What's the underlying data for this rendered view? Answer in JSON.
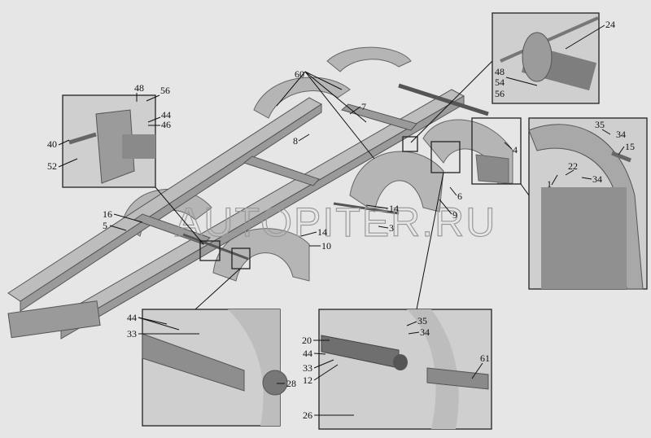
{
  "diagram": {
    "watermark": "AUTOPITER.RU",
    "callouts": {
      "c48a": "48",
      "c56a": "56",
      "c44a": "44",
      "c46": "46",
      "c40": "40",
      "c52": "52",
      "c60": "60",
      "c7": "7",
      "c8": "8",
      "c16": "16",
      "c5": "5",
      "c14a": "14",
      "c14b": "14",
      "c10": "10",
      "c3": "3",
      "c6": "6",
      "c9": "9",
      "c4": "4",
      "c24": "24",
      "c48b": "48",
      "c54": "54",
      "c56b": "56",
      "c35a": "35",
      "c34a": "34",
      "c15": "15",
      "c22": "22",
      "c34b": "34",
      "c1": "1",
      "c44b": "44",
      "c33a": "33",
      "c28": "28",
      "c35b": "35",
      "c34c": "34",
      "c20": "20",
      "c44c": "44",
      "c33b": "33",
      "c12": "12",
      "c26": "26",
      "c61": "61"
    },
    "colors": {
      "background": "#e6e6e6",
      "part": "#b5b5b5",
      "line": "#111111"
    }
  }
}
